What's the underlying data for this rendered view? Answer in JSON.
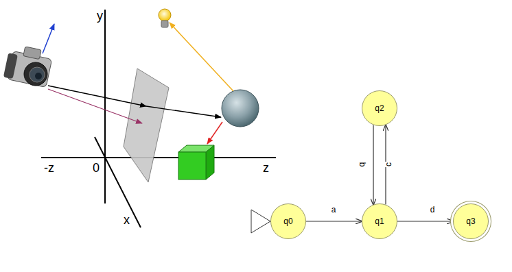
{
  "diagram": {
    "nodes": [
      {
        "text": [
          "q0"
        ]
      },
      {
        "text": [
          "q1"
        ]
      },
      {
        "text": [
          "q2"
        ]
      },
      {
        "text": [
          "q3"
        ]
      }
    ],
    "edges": [
      {
        "from": 0,
        "to": 1,
        "label": "a",
        "arrow": "to"
      },
      {
        "from": 1,
        "to": 2,
        "label": "b",
        "arrow": "to"
      },
      {
        "from": 2,
        "to": 1,
        "label": "c",
        "arrow": "to"
      },
      {
        "from": 1,
        "to": 3,
        "label": "d",
        "arrow": "to"
      }
    ],
    "labels": [
      "y",
      "-z",
      "0",
      "z",
      "x"
    ]
  }
}
